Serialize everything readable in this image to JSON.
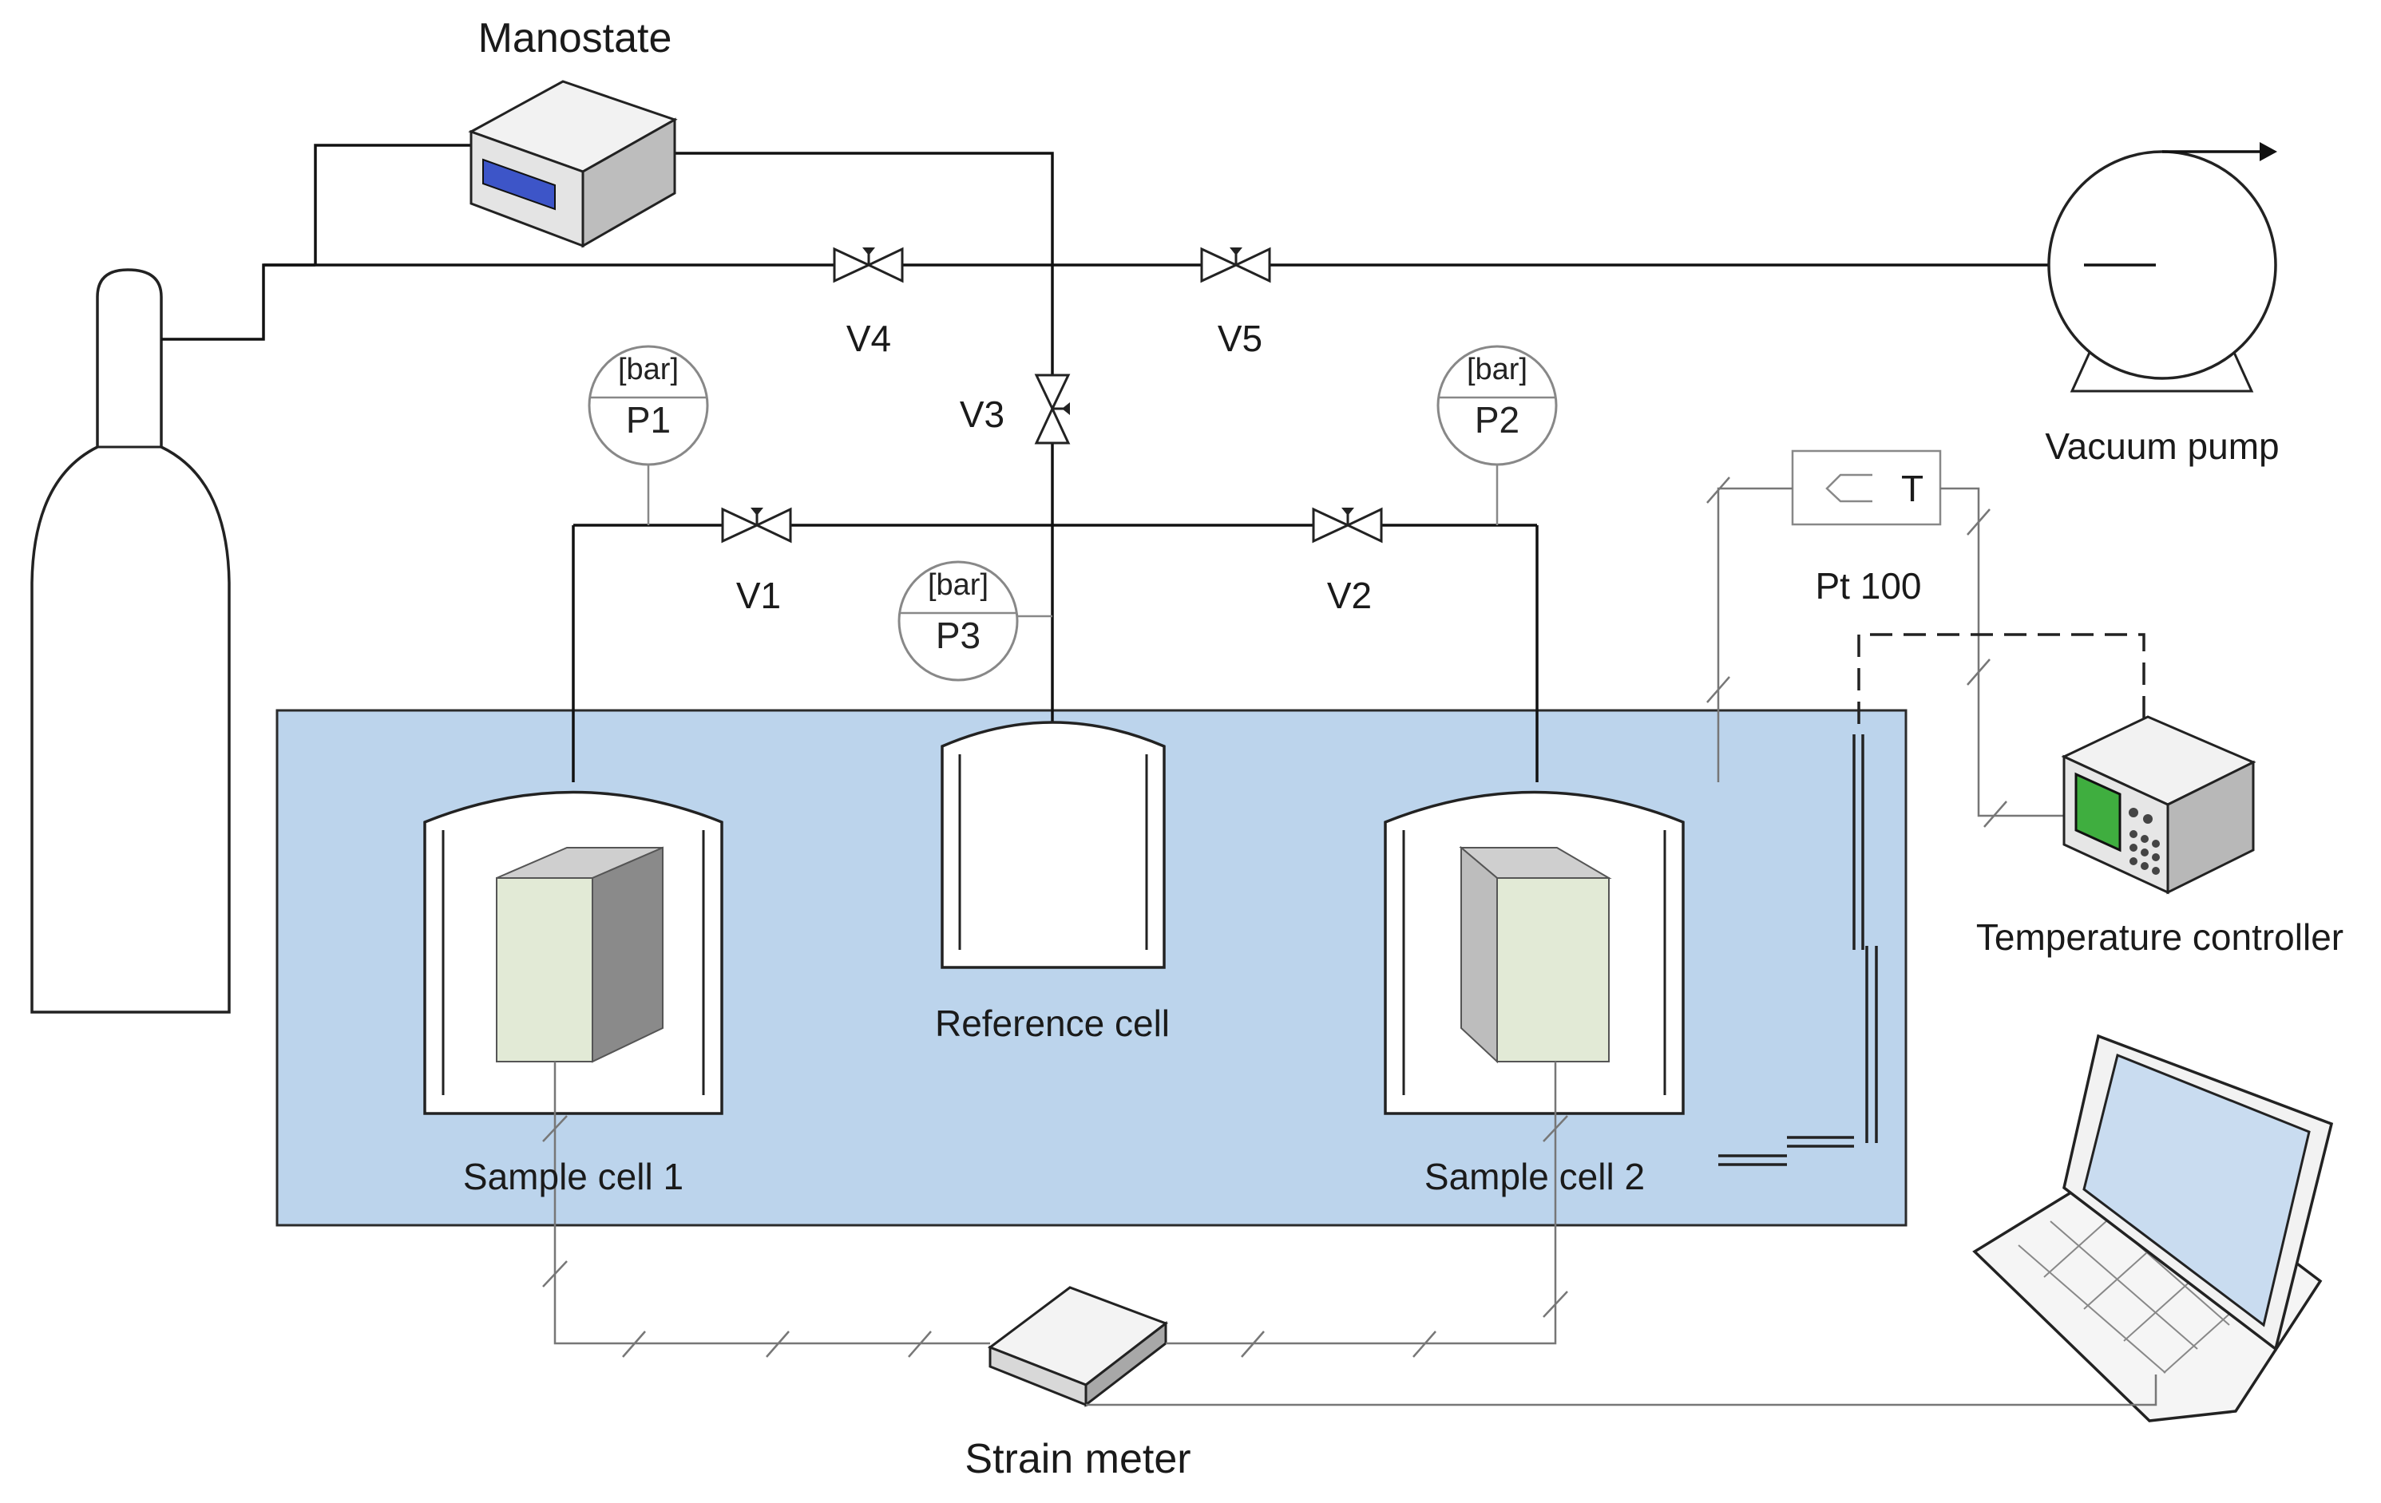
{
  "labels": {
    "manostate": "Manostate",
    "vacuum_pump": "Vacuum pump",
    "temperature_controller": "Temperature controller",
    "strain_meter": "Strain meter",
    "reference_cell": "Reference cell",
    "sample_cell_1": "Sample cell 1",
    "sample_cell_2": "Sample cell 2",
    "pt100": "Pt 100",
    "pt100_t": "T"
  },
  "valves": {
    "v1": "V1",
    "v2": "V2",
    "v3": "V3",
    "v4": "V4",
    "v5": "V5"
  },
  "gauges": {
    "p1": {
      "unit": "[bar]",
      "id": "P1"
    },
    "p2": {
      "unit": "[bar]",
      "id": "P2"
    },
    "p3": {
      "unit": "[bar]",
      "id": "P3"
    }
  },
  "colors": {
    "bath": "#bcd4ec",
    "bath_border": "#2b2b2b",
    "sample_front": "#e2ead6",
    "sample_side": "#8a8a8a",
    "sample_top": "#cfcfcf",
    "screen_green": "#3fae3f",
    "manostate_display": "#3d55c8"
  }
}
